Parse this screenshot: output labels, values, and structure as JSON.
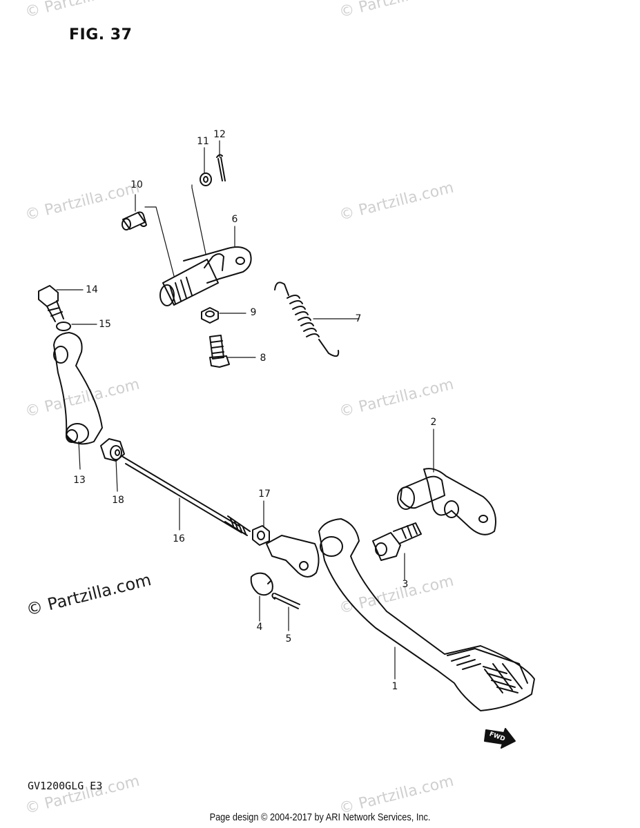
{
  "figure": {
    "title": "FIG. 37",
    "model_code": "GV1200GLG E3",
    "direction_label": "FWD"
  },
  "watermark": {
    "text": "© Partzilla.com",
    "prominent_text": "© Partzilla.com"
  },
  "footer": {
    "text": "Page design © 2004-2017 by ARI Network Services, Inc."
  },
  "callouts": [
    "1",
    "2",
    "3",
    "4",
    "5",
    "6",
    "7",
    "8",
    "9",
    "10",
    "11",
    "12",
    "13",
    "14",
    "15",
    "16",
    "17",
    "18"
  ],
  "colors": {
    "ink": "#111111",
    "watermark": "#cfcfcf"
  }
}
